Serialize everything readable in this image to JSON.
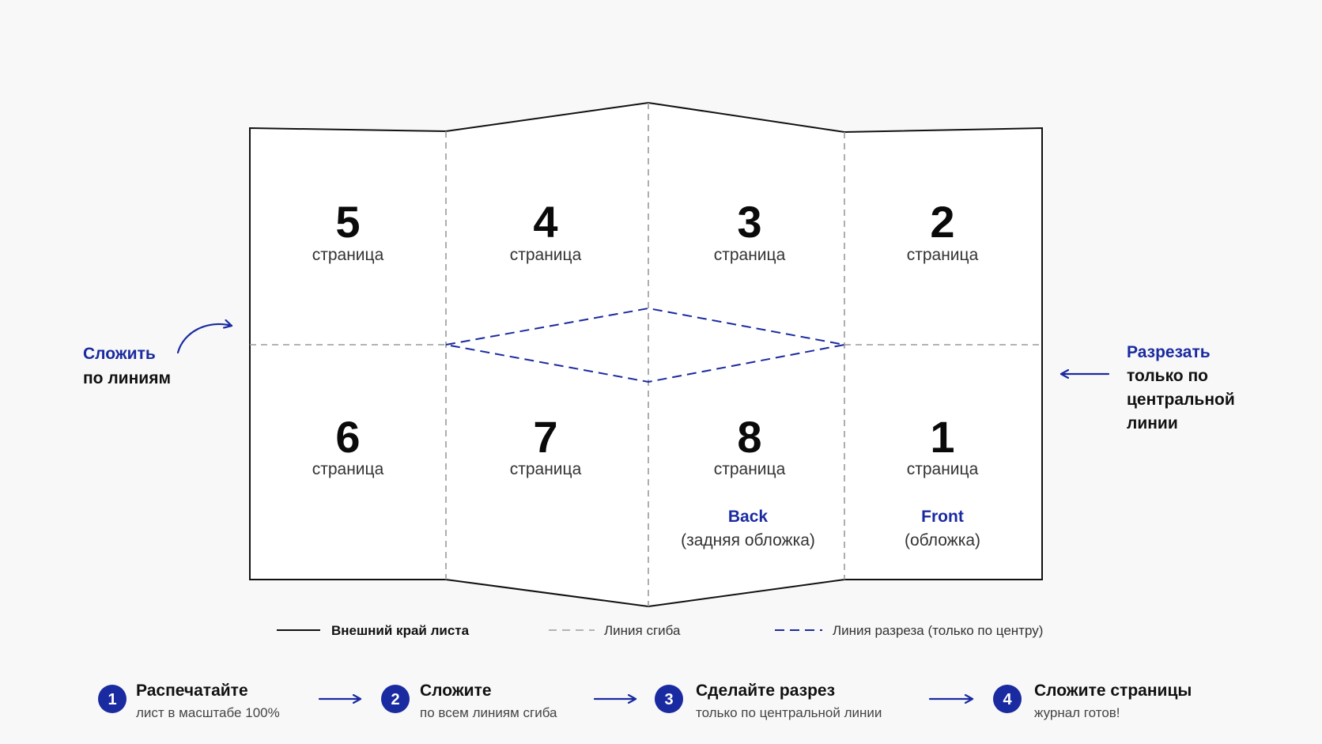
{
  "colors": {
    "accent": "#1a2aa0",
    "outline": "#111111",
    "fold_line": "#9a9a9a",
    "background": "#f8f8f8"
  },
  "pages": [
    {
      "number": "5",
      "label": "страница"
    },
    {
      "number": "4",
      "label": "страница"
    },
    {
      "number": "3",
      "label": "страница"
    },
    {
      "number": "2",
      "label": "страница"
    },
    {
      "number": "6",
      "label": "страница"
    },
    {
      "number": "7",
      "label": "страница"
    },
    {
      "number": "8",
      "label": "страница",
      "accent": "Back",
      "note": "(задняя обложка)"
    },
    {
      "number": "1",
      "label": "страница",
      "accent": "Front",
      "note": "(обложка)"
    }
  ],
  "left_note": {
    "line1": "Сложить",
    "line2": "по линиям",
    "icon": "curved-arrow-icon"
  },
  "right_note": {
    "line1": "Разрезать",
    "line2": "только по",
    "line3": "центральной",
    "line4": "линии",
    "icon": "arrow-left-icon"
  },
  "legend": [
    {
      "label": "Внешний край листа",
      "style": "solid"
    },
    {
      "label": "Линия сгиба",
      "style": "dashed-gray"
    },
    {
      "label": "Линия разреза (только по центру)",
      "style": "dashed-blue"
    }
  ],
  "steps": [
    {
      "number": "1",
      "title": "Распечатайте",
      "subtitle": "лист в масштабе 100%"
    },
    {
      "number": "2",
      "title": "Сложите",
      "subtitle": "по всем линиям сгиба"
    },
    {
      "number": "3",
      "title": "Сделайте разрез",
      "subtitle": "только по центральной линии"
    },
    {
      "number": "4",
      "title": "Сложите страницы",
      "subtitle": "журнал готов!"
    }
  ]
}
